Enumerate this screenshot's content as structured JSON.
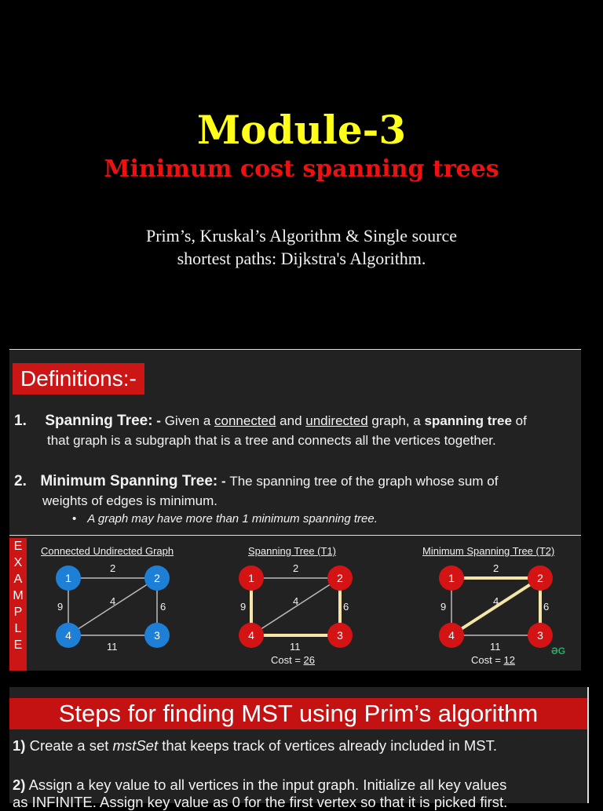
{
  "title_slide": {
    "title": "Module-3",
    "subtitle": "Minimum cost spanning trees",
    "description_line1": "Prim’s,  Kruskal’s Algorithm & Single source",
    "description_line2": "shortest paths: Dijkstra's Algorithm.",
    "colors": {
      "title": "#ffff1a",
      "subtitle": "#ee1111",
      "background": "#000000"
    }
  },
  "definitions_slide": {
    "header": "Definitions:-",
    "items": [
      {
        "number": "1.",
        "term": "Spanning Tree:",
        "dash": " - ",
        "text_a": "Given a ",
        "underline_1": "connected",
        "text_b": " and ",
        "underline_2": "undirected",
        "text_c": " graph, a ",
        "bold_phrase": "spanning tree",
        "text_d": " of",
        "line2": "that graph is a subgraph that is a tree and connects all the vertices together."
      },
      {
        "number": "2.",
        "term": "Minimum Spanning Tree:",
        "dash": " - ",
        "text_a": "The spanning tree of the graph whose sum of",
        "line2": "weights of edges is minimum."
      }
    ],
    "bullet": "A graph may have more than 1 minimum spanning tree."
  },
  "example_slide": {
    "side_label": [
      "E",
      "X",
      "A",
      "M",
      "P",
      "L",
      "E"
    ],
    "graphs": [
      {
        "title": "Connected Undirected Graph",
        "node_color": "#1e7fd6",
        "nodes": [
          "1",
          "2",
          "3",
          "4"
        ],
        "edges": [
          {
            "from": "1",
            "to": "2",
            "weight": "2",
            "highlight": false
          },
          {
            "from": "1",
            "to": "4",
            "weight": "9",
            "highlight": false
          },
          {
            "from": "2",
            "to": "4",
            "weight": "4",
            "highlight": false
          },
          {
            "from": "2",
            "to": "3",
            "weight": "6",
            "highlight": false
          },
          {
            "from": "4",
            "to": "3",
            "weight": "11",
            "highlight": false
          }
        ],
        "cost_label": "",
        "cost_value": ""
      },
      {
        "title": "Spanning Tree (T1)",
        "node_color": "#d41414",
        "nodes": [
          "1",
          "2",
          "3",
          "4"
        ],
        "edges": [
          {
            "from": "1",
            "to": "2",
            "weight": "2",
            "highlight": false
          },
          {
            "from": "1",
            "to": "4",
            "weight": "9",
            "highlight": true
          },
          {
            "from": "2",
            "to": "4",
            "weight": "4",
            "highlight": false
          },
          {
            "from": "2",
            "to": "3",
            "weight": "6",
            "highlight": true
          },
          {
            "from": "4",
            "to": "3",
            "weight": "11",
            "highlight": true
          }
        ],
        "cost_label": "Cost = ",
        "cost_value": "26"
      },
      {
        "title": "Minimum Spanning Tree (T2)",
        "node_color": "#d41414",
        "nodes": [
          "1",
          "2",
          "3",
          "4"
        ],
        "edges": [
          {
            "from": "1",
            "to": "2",
            "weight": "2",
            "highlight": true
          },
          {
            "from": "1",
            "to": "4",
            "weight": "9",
            "highlight": false
          },
          {
            "from": "2",
            "to": "4",
            "weight": "4",
            "highlight": true
          },
          {
            "from": "2",
            "to": "3",
            "weight": "6",
            "highlight": true
          },
          {
            "from": "4",
            "to": "3",
            "weight": "11",
            "highlight": false
          }
        ],
        "cost_label": "Cost = ",
        "cost_value": "12"
      }
    ],
    "logo": "ƏG",
    "highlight_color": "#f5e6a8"
  },
  "prim_slide": {
    "header": "Steps for finding MST using Prim’s algorithm",
    "steps": [
      {
        "num": "1)",
        "text_a": " Create a set ",
        "italic": "mstSet",
        "text_b": " that keeps track of vertices already included in MST."
      },
      {
        "num": "2)",
        "text_a": " Assign a key value to all vertices in the input graph. Initialize all key values",
        "line2": "as INFINITE. Assign key value as 0 for the first vertex so that it is picked first."
      }
    ]
  }
}
